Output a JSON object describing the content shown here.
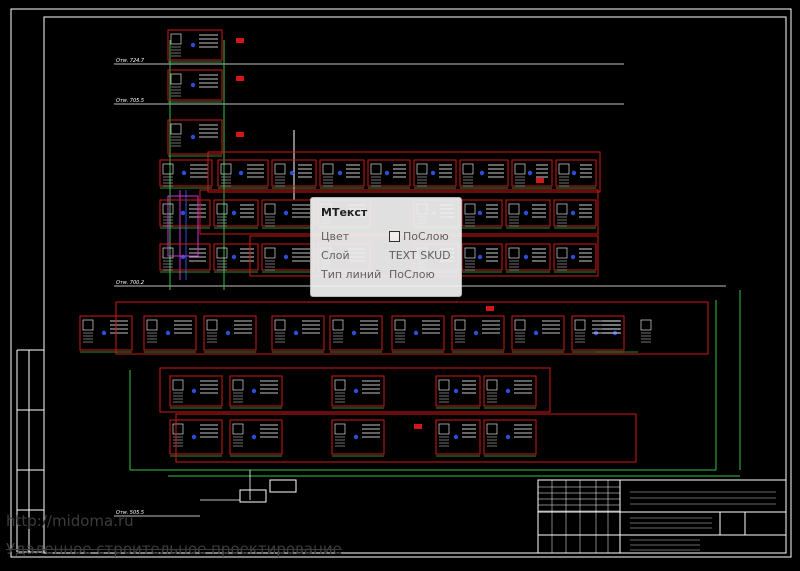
{
  "tooltip": {
    "title": "МТекст",
    "rows": [
      {
        "key": "Цвет",
        "value": "ПоСлою"
      },
      {
        "key": "Слой",
        "value": "TEXT SKUD"
      },
      {
        "key": "Тип линий",
        "value": "ПоСлою"
      }
    ]
  },
  "elevation_marks": [
    "Отм. 724.7",
    "Отм. 705.5",
    "Отм. 700.2",
    "Отм. 505.5"
  ],
  "watermark": {
    "url": "http://midoma.ru",
    "tagline": "Удаленное строительное проектирование"
  },
  "colors": {
    "background": "#000000",
    "frame": "#ffffff",
    "box": "#d01818",
    "green_line": "#33c24a",
    "text": "#ffffff",
    "magenta": "#d032d0",
    "blue": "#2a4fd8"
  }
}
